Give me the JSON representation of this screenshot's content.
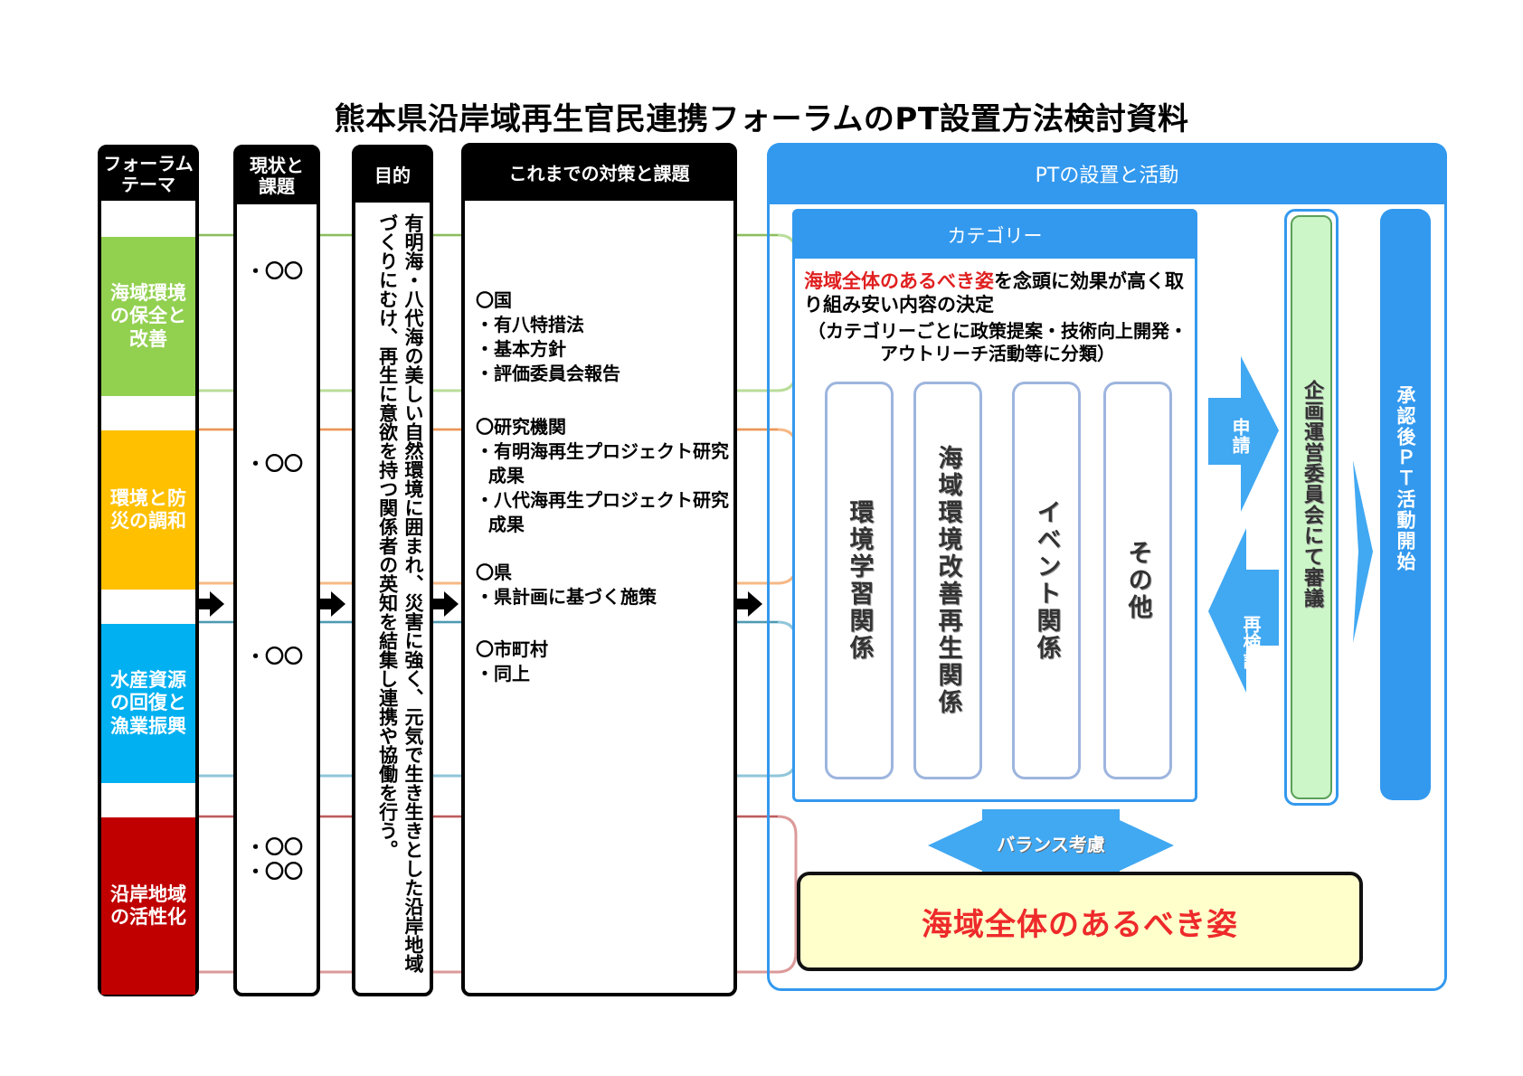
{
  "title": "熊本県沿岸域再生官民連携フォーラムのPT設置方法検討資料",
  "columns": {
    "theme_header": "フォーラム\nテーマ",
    "status_header": "現状と\n課題",
    "purpose_header": "目的",
    "measures_header": "これまでの対策と課題",
    "pt_header": "PTの設置と活動"
  },
  "themes": [
    {
      "label": "海域環境\nの保全と\n改善",
      "color": "#92d050"
    },
    {
      "label": "環境と防\n災の調和",
      "color": "#ffc000"
    },
    {
      "label": "水産資源\nの回復と\n漁業振興",
      "color": "#00b0f0"
    },
    {
      "label": "沿岸地域\nの活性化",
      "color": "#c00000"
    }
  ],
  "status_items": [
    "・〇〇",
    "・〇〇",
    "・〇〇",
    "・〇〇\n・〇〇"
  ],
  "purpose_text": "有明海・八代海の美しい自然環境に囲まれ、災害に強く、元気で生き生きとした沿岸地域づくりにむけ、再生に意欲を持つ関係者の英知を結集し連携や協働を行う。",
  "measures": [
    {
      "heading": "〇国",
      "items": "・有八特措法\n・基本方針\n・評価委員会報告"
    },
    {
      "heading": "〇研究機関",
      "items": "・有明海再生プロジェクト研究\n  成果\n・八代海再生プロジェクト研究\n  成果"
    },
    {
      "heading": "〇県",
      "items": "・県計画に基づく施策"
    },
    {
      "heading": "〇市町村",
      "items": "・同上"
    }
  ],
  "category": {
    "header": "カテゴリー",
    "highlight": "海域全体のあるべき姿",
    "desc_rest": "を念頭に効果が高く取り組み安い内容の決定",
    "note": "（カテゴリーごとに政策提案・技術向上開発・\nアウトリーチ活動等に分類）",
    "items": [
      "環境学習関係",
      "海域環境改善再生関係",
      "イベント関係",
      "その他"
    ]
  },
  "apply_label": "申請",
  "reexamine_label": "再検討",
  "committee_label": "企画運営委員会にて審議",
  "approval_label": "承認後ＰＴ活動開始",
  "balance_label": "バランス考慮",
  "ideal_label": "海域全体のあるべき姿",
  "colors": {
    "pt_blue": "#3399ee",
    "arrow_blue": "#41a8f2",
    "committee_green": "#ccf5c8",
    "ideal_yellow": "#ffffcc",
    "ideal_red": "#ee2a2a"
  }
}
